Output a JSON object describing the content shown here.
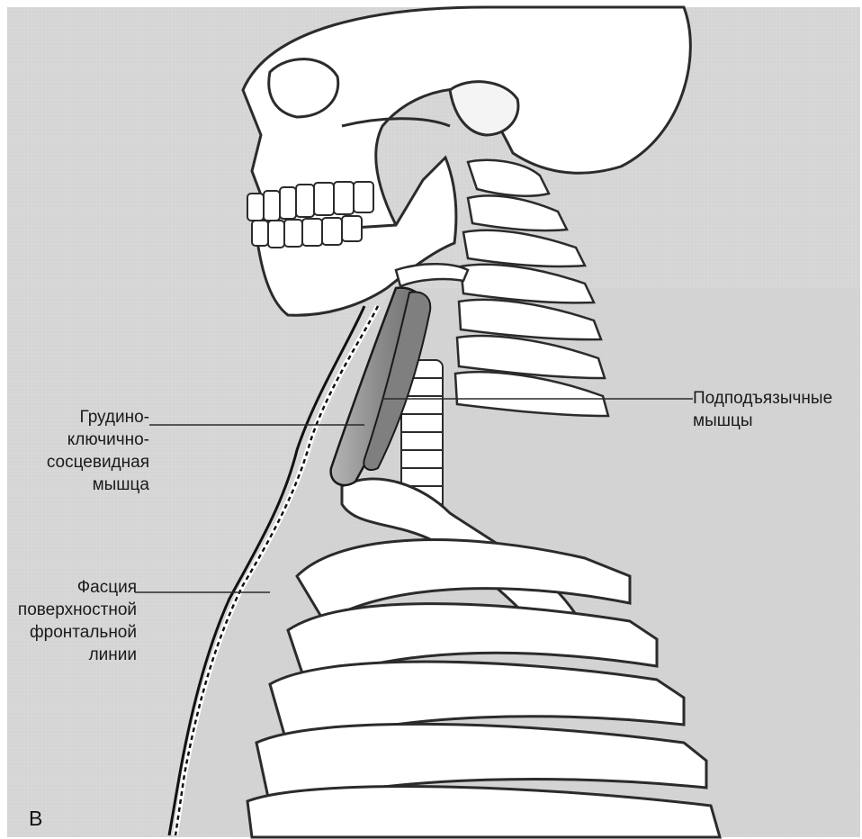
{
  "panel_letter": "B",
  "labels": {
    "sternocleidomastoid": [
      "Грудино-",
      "ключично-",
      "сосцевидная",
      "мышца"
    ],
    "fascia": [
      "Фасция",
      "поверхностной",
      "фронтальной",
      "линии"
    ],
    "infrahyoid": [
      "Подподъязычные",
      "мышцы"
    ]
  },
  "colors": {
    "background": "#d9d9d9",
    "bone_fill": "#ffffff",
    "outline": "#2b2b2b",
    "muscle": "#9a9a9a",
    "fascia_line": "#111111"
  }
}
